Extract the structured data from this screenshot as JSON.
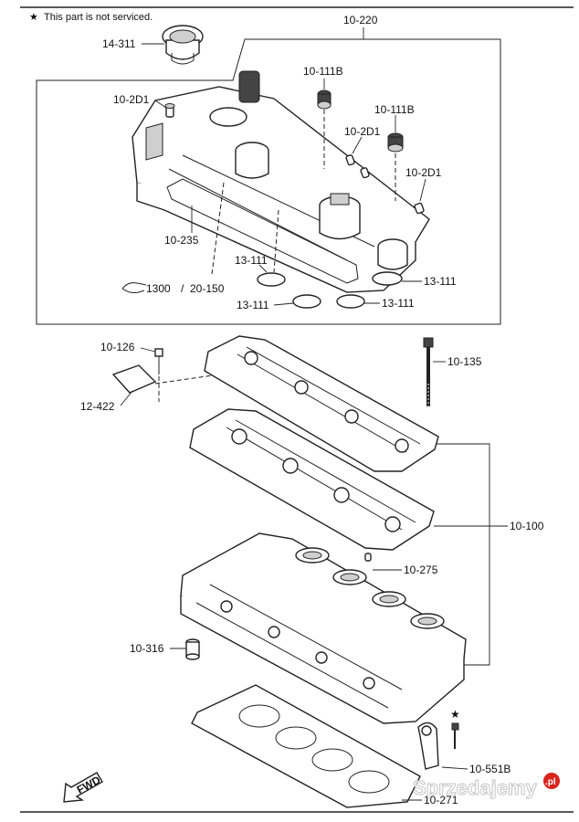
{
  "note": {
    "star": "★",
    "text": "This part is not serviced."
  },
  "labels": {
    "oil_cap": "14-311",
    "cover_assembly": "10-220",
    "breather_left": "10-2D1",
    "seal_a": "10-111B",
    "seal_b": "10-111B",
    "grommet_mid": "10-2D1",
    "grommet_right": "10-2D1",
    "gasket_cover": "10-235",
    "plug_seal_a": "13-111",
    "plug_seal_b": "13-111",
    "plug_seal_c": "13-111",
    "plug_seal_d": "13-111",
    "ref_a": "1300",
    "ref_sep": "/",
    "ref_b": "20-150",
    "bolt_left": "10-126",
    "plate": "12-422",
    "head_bolt": "10-135",
    "head_assembly": "10-100",
    "dowel": "10-275",
    "sleeve": "10-316",
    "bracket": "10-551B",
    "bracket_star": "★",
    "head_gasket": "10-271",
    "fwd": "FWD"
  },
  "watermark": {
    "text": "Sprzedajemy",
    "suffix": ".pl"
  }
}
